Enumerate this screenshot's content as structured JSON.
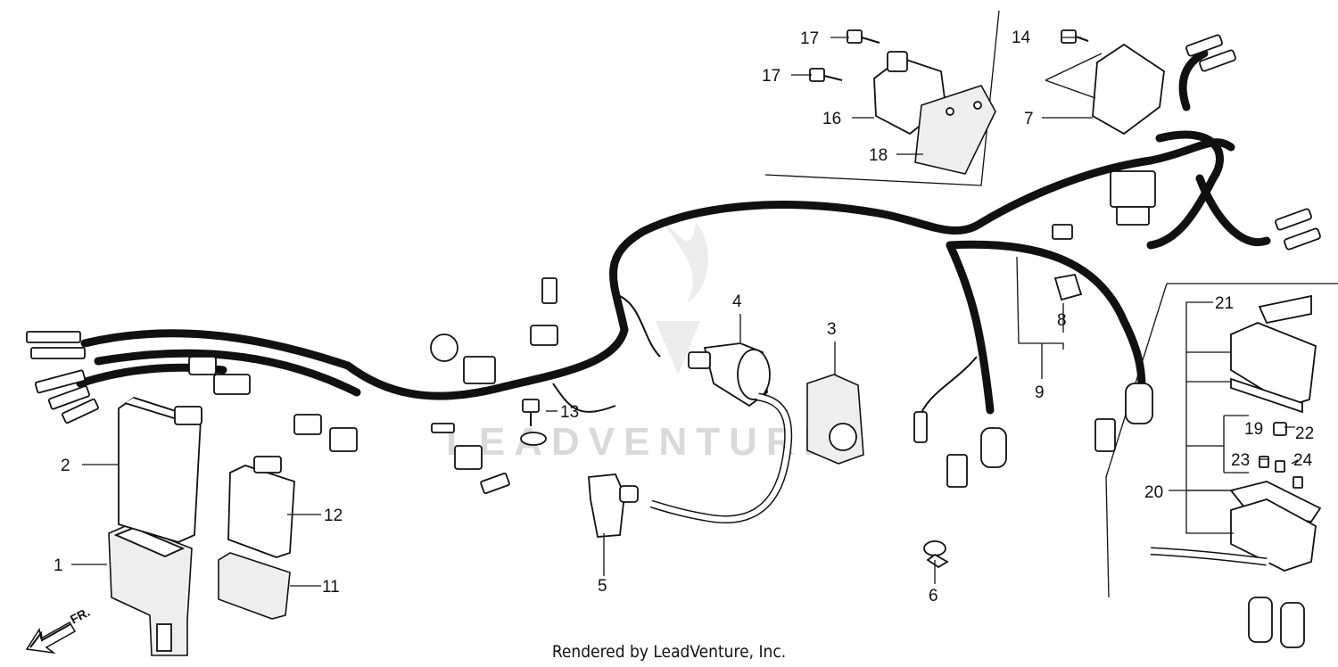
{
  "diagram": {
    "callouts": {
      "p1": "1",
      "p2": "2",
      "p3": "3",
      "p4": "4",
      "p5": "5",
      "p6": "6",
      "p7": "7",
      "p8": "8",
      "p9": "9",
      "p11": "11",
      "p12": "12",
      "p13": "13",
      "p14": "14",
      "p16": "16",
      "p17a": "17",
      "p17b": "17",
      "p18": "18",
      "p19": "19",
      "p20": "20",
      "p21": "21",
      "p22": "22",
      "p23": "23",
      "p24": "24"
    },
    "direction_label": "FR.",
    "watermark": "LEADVENTURE",
    "footer": "Rendered by LeadVenture, Inc."
  }
}
